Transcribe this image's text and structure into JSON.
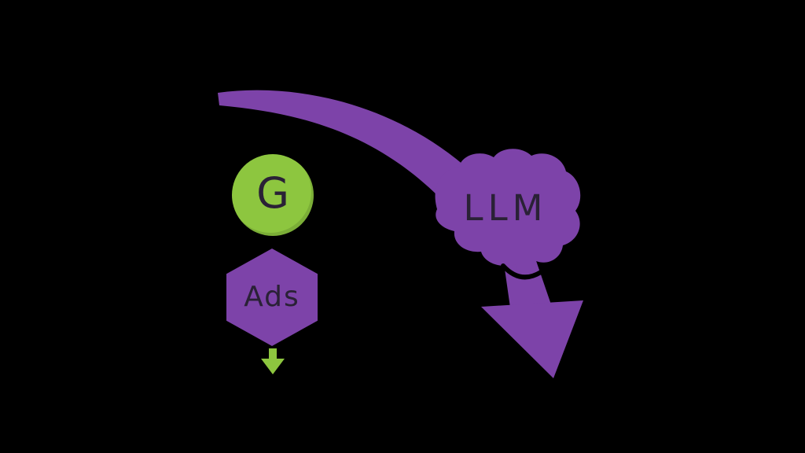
{
  "colors": {
    "background": "#000000",
    "green": "#8dc63f",
    "purple": "#7d43a9",
    "dark": "#2a2136"
  },
  "google_circle": {
    "label": "G"
  },
  "ads_hexagon": {
    "label": "Ads"
  },
  "llm_brain": {
    "label": "LLM"
  },
  "icons": {
    "swoosh": "curved-descending-arrow-icon",
    "arrow_head": "big-down-right-arrowhead-icon",
    "small_arrow": "down-arrow-icon",
    "brain": "brain-icon",
    "circle_badge": "circle-badge",
    "hexagon_badge": "hexagon-badge"
  }
}
